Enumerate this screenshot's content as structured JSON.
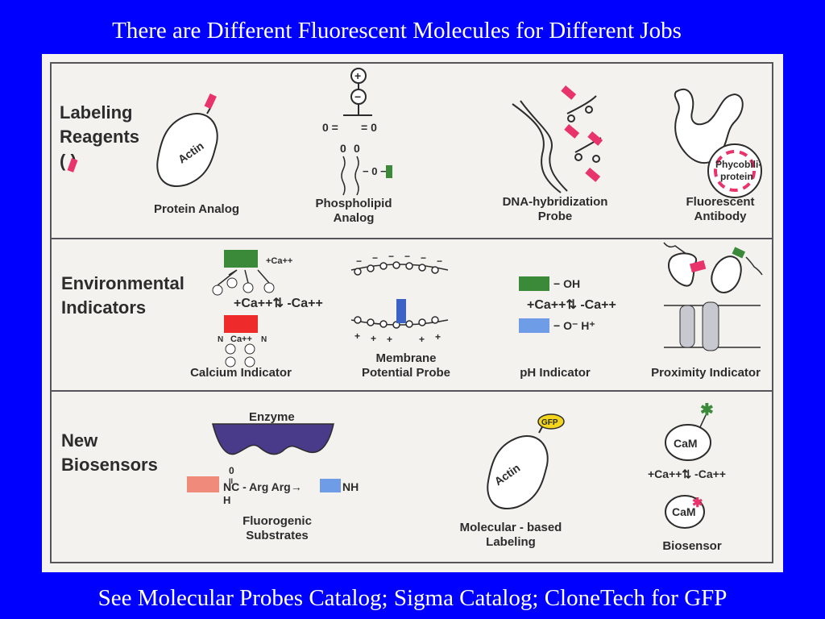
{
  "slide": {
    "title": "There are Different Fluorescent Molecules for Different Jobs",
    "footer": "See Molecular Probes Catalog; Sigma Catalog; CloneTech for GFP"
  },
  "rows": [
    {
      "label_line1": "Labeling",
      "label_line2": "Reagents",
      "label_line3": "(   )"
    },
    {
      "label_line1": "Environmental",
      "label_line2": "Indicators"
    },
    {
      "label_line1": "New",
      "label_line2": "Biosensors"
    }
  ],
  "captions": {
    "protein_analog": "Protein Analog",
    "phospholipid_1": "Phospholipid",
    "phospholipid_2": "Analog",
    "dna_1": "DNA-hybridization",
    "dna_2": "Probe",
    "antibody_1": "Fluorescent",
    "antibody_2": "Antibody",
    "calcium": "Calcium Indicator",
    "membrane_1": "Membrane",
    "membrane_2": "Potential Probe",
    "ph": "pH Indicator",
    "proximity": "Proximity Indicator",
    "fluorogenic_1": "Fluorogenic",
    "fluorogenic_2": "Substrates",
    "molecular_1": "Molecular - based",
    "molecular_2": "Labeling",
    "biosensor": "Biosensor"
  },
  "diagram_text": {
    "actin": "Actin",
    "phycobili_1": "Phycobili-",
    "phycobili_2": "protein",
    "plus": "+",
    "minus": "−",
    "o_eq_left": "0 =",
    "o_eq_right": "= 0",
    "o_zero": "0",
    "o_dash": "− 0 −",
    "ca_free": "+Ca++",
    "ca_bound": "Ca++",
    "n_left": "N",
    "n_right": "N",
    "oh": "− OH",
    "o_minus": "− O⁻  H⁺",
    "enzyme": "Enzyme",
    "o_top": "0",
    "o_eq2": "II",
    "nc_arg": "NC - Arg Arg→",
    "nh": "NH",
    "h": "H",
    "gfp": "GFP",
    "cam": "CaM",
    "ca_eq": "+Ca++⇅ -Ca++"
  },
  "colors": {
    "background": "#0000ff",
    "panel": "#f4f2ee",
    "fluor_pink": "#e8336b",
    "green": "#3a8a3a",
    "red": "#ee2a2a",
    "blue": "#3b62c4",
    "light_blue": "#6f9ce6",
    "salmon": "#f08a7a",
    "enzyme_purple": "#4a3a8a",
    "gfp_yellow": "#f2d51c"
  }
}
